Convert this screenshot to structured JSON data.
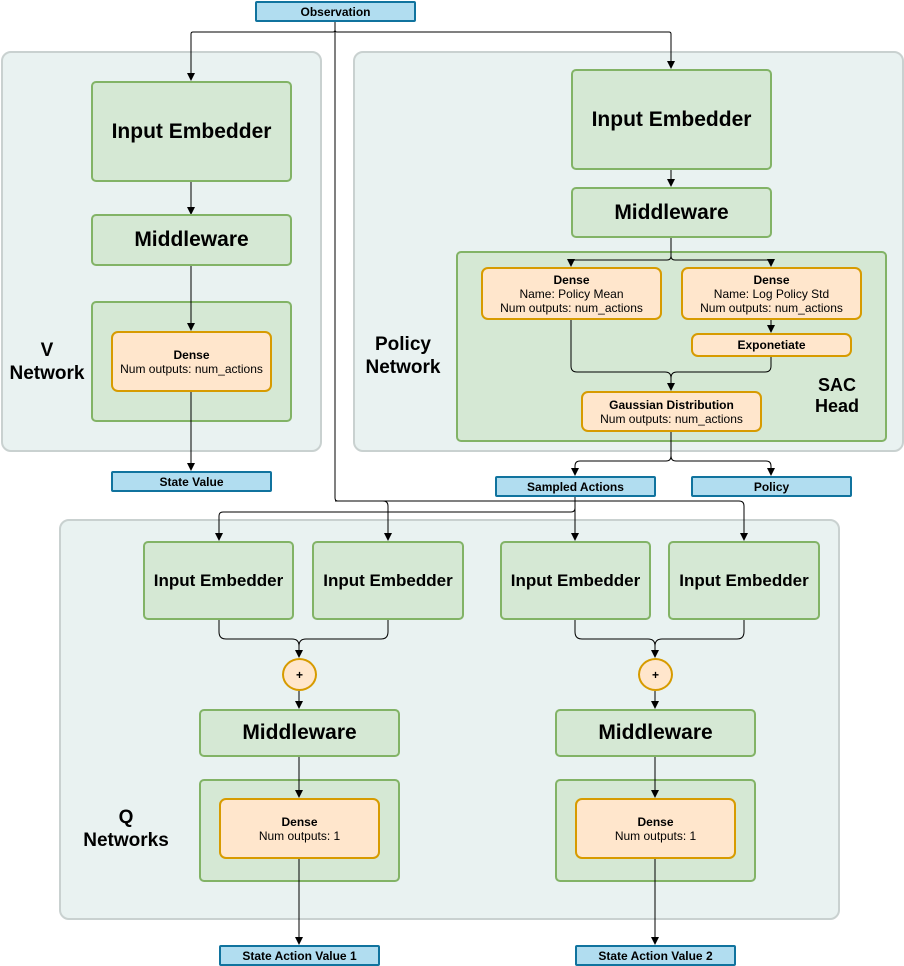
{
  "observation": "Observation",
  "v_network": {
    "label_line1": "V",
    "label_line2": "Network",
    "input_embedder": "Input Embedder",
    "middleware": "Middleware",
    "dense": {
      "title": "Dense",
      "line1": "Num outputs: num_actions"
    },
    "output": "State Value"
  },
  "policy_network": {
    "label_line1": "Policy",
    "label_line2": "Network",
    "input_embedder": "Input Embedder",
    "middleware": "Middleware",
    "head_label_line1": "SAC",
    "head_label_line2": "Head",
    "dense_mean": {
      "title": "Dense",
      "line1": "Name: Policy Mean",
      "line2": "Num outputs: num_actions"
    },
    "dense_std": {
      "title": "Dense",
      "line1": "Name: Log Policy Std",
      "line2": "Num outputs: num_actions"
    },
    "exponentiate": "Exponetiate",
    "gaussian": {
      "title": "Gaussian Distribution",
      "line1": "Num outputs: num_actions"
    },
    "sampled_actions": "Sampled Actions",
    "policy": "Policy"
  },
  "q_networks": {
    "label_line1": "Q",
    "label_line2": "Networks",
    "q1": {
      "input_embedder_a": "Input Embedder",
      "input_embedder_b": "Input Embedder",
      "plus": "+",
      "middleware": "Middleware",
      "dense": {
        "title": "Dense",
        "line1": "Num outputs: 1"
      },
      "output": "State Action Value 1"
    },
    "q2": {
      "input_embedder_a": "Input Embedder",
      "input_embedder_b": "Input Embedder",
      "plus": "+",
      "middleware": "Middleware",
      "dense": {
        "title": "Dense",
        "line1": "Num outputs: 1"
      },
      "output": "State Action Value 2"
    }
  },
  "colors": {
    "region_fill": "#e9f2f1",
    "green_fill": "#d5e8d4",
    "green_border": "#82b366",
    "orange_fill": "#ffe6cc",
    "orange_border": "#d79b00",
    "blue_fill": "#b1ddf0",
    "blue_border": "#10739e"
  }
}
